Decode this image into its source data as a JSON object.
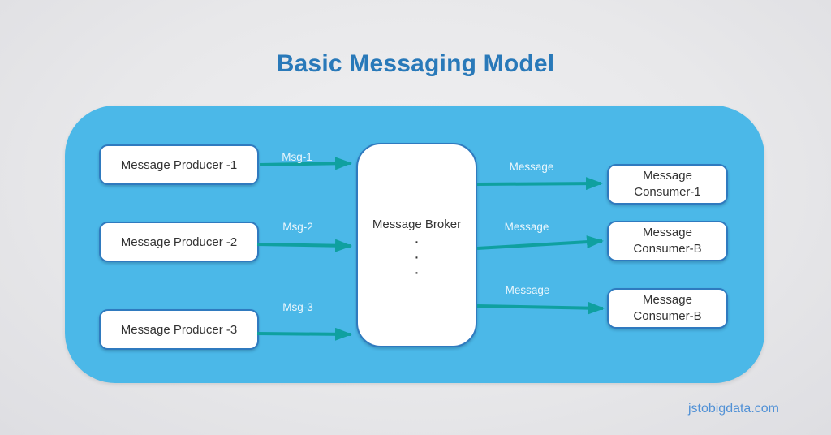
{
  "title": "Basic Messaging Model",
  "watermark": "jstobigdata.com",
  "colors": {
    "background": "#e8e8ea",
    "container": "#4bb8e8",
    "arrow": "#0fa0a0",
    "box_border": "#2f7abf",
    "box_text": "#333333",
    "title_text": "#2979b9",
    "arrow_label_text": "#eaf6fc",
    "watermark_text": "#5191d6"
  },
  "diagram": {
    "producers": [
      {
        "label": "Message Producer -1"
      },
      {
        "label": "Message Producer -2"
      },
      {
        "label": "Message Producer -3"
      }
    ],
    "producer_arrows": [
      {
        "label": "Msg-1"
      },
      {
        "label": "Msg-2"
      },
      {
        "label": "Msg-3"
      }
    ],
    "broker": {
      "label": "Message Broker",
      "dots": "·\n·\n·"
    },
    "consumer_arrows": [
      {
        "label": "Message"
      },
      {
        "label": "Message"
      },
      {
        "label": "Message"
      }
    ],
    "consumers": [
      {
        "label": "Message\nConsumer-1"
      },
      {
        "label": "Message\nConsumer-B"
      },
      {
        "label": "Message\nConsumer-B"
      }
    ]
  }
}
